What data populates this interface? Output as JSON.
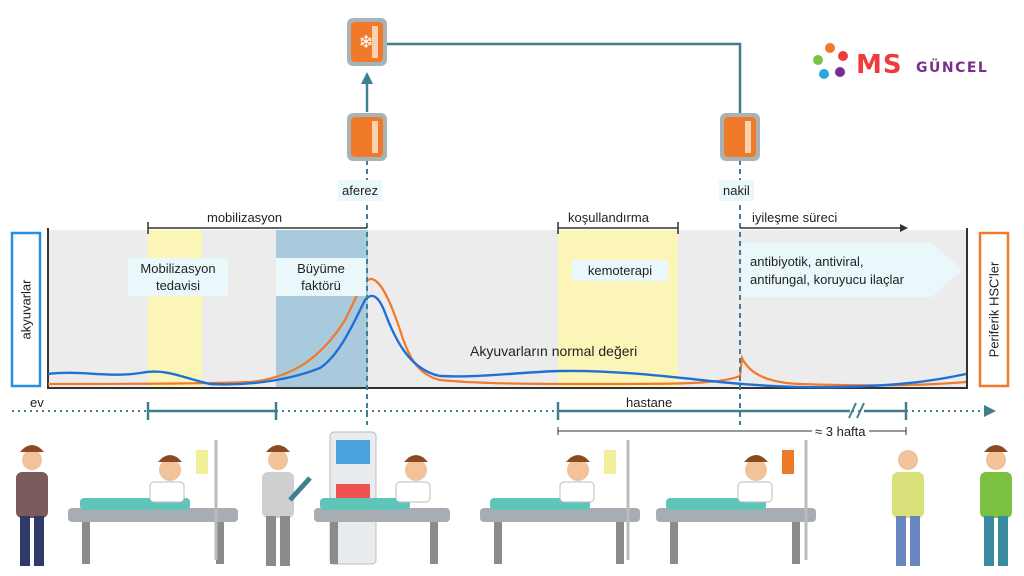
{
  "logo": {
    "ms": "MS",
    "guncel": "GÜNCEL"
  },
  "labels": {
    "mobilizasyon": "mobilizasyon",
    "aferez": "aferez",
    "kosullandirma": "koşullandırma",
    "nakil": "nakil",
    "iyilesme": "iyileşme süreci",
    "akyuvarlar": "akyuvarlar",
    "periferik": "Periferik HSC'ler",
    "mobilizasyon_tedavisi_1": "Mobilizasyon",
    "mobilizasyon_tedavisi_2": "tedavisi",
    "buyume_1": "Büyüme",
    "buyume_2": "faktörü",
    "kemoterapi": "kemoterapi",
    "ilaclar_1": "antibiyotik, antiviral,",
    "ilaclar_2": "antifungal, koruyucu ilaçlar",
    "normal_deger": "Akyuvarların normal değeri",
    "ev": "ev",
    "hastane": "hastane",
    "hafta": "≈ 3 hafta"
  },
  "colors": {
    "blue_line": "#1f6fd6",
    "orange_line": "#f07a2a",
    "teal": "#3f7f90",
    "panel_bg": "#ececec",
    "yellow_band": "#fbf5b8",
    "blue_band": "#a9c9dc",
    "arrow_box": "#eaf7fb"
  },
  "icons": [
    "snowflake-icon",
    "stem-cell-bag-icon",
    "person-icon",
    "hospital-bed-icon",
    "syringe-icon",
    "apheresis-machine-icon",
    "iv-drip-icon"
  ]
}
